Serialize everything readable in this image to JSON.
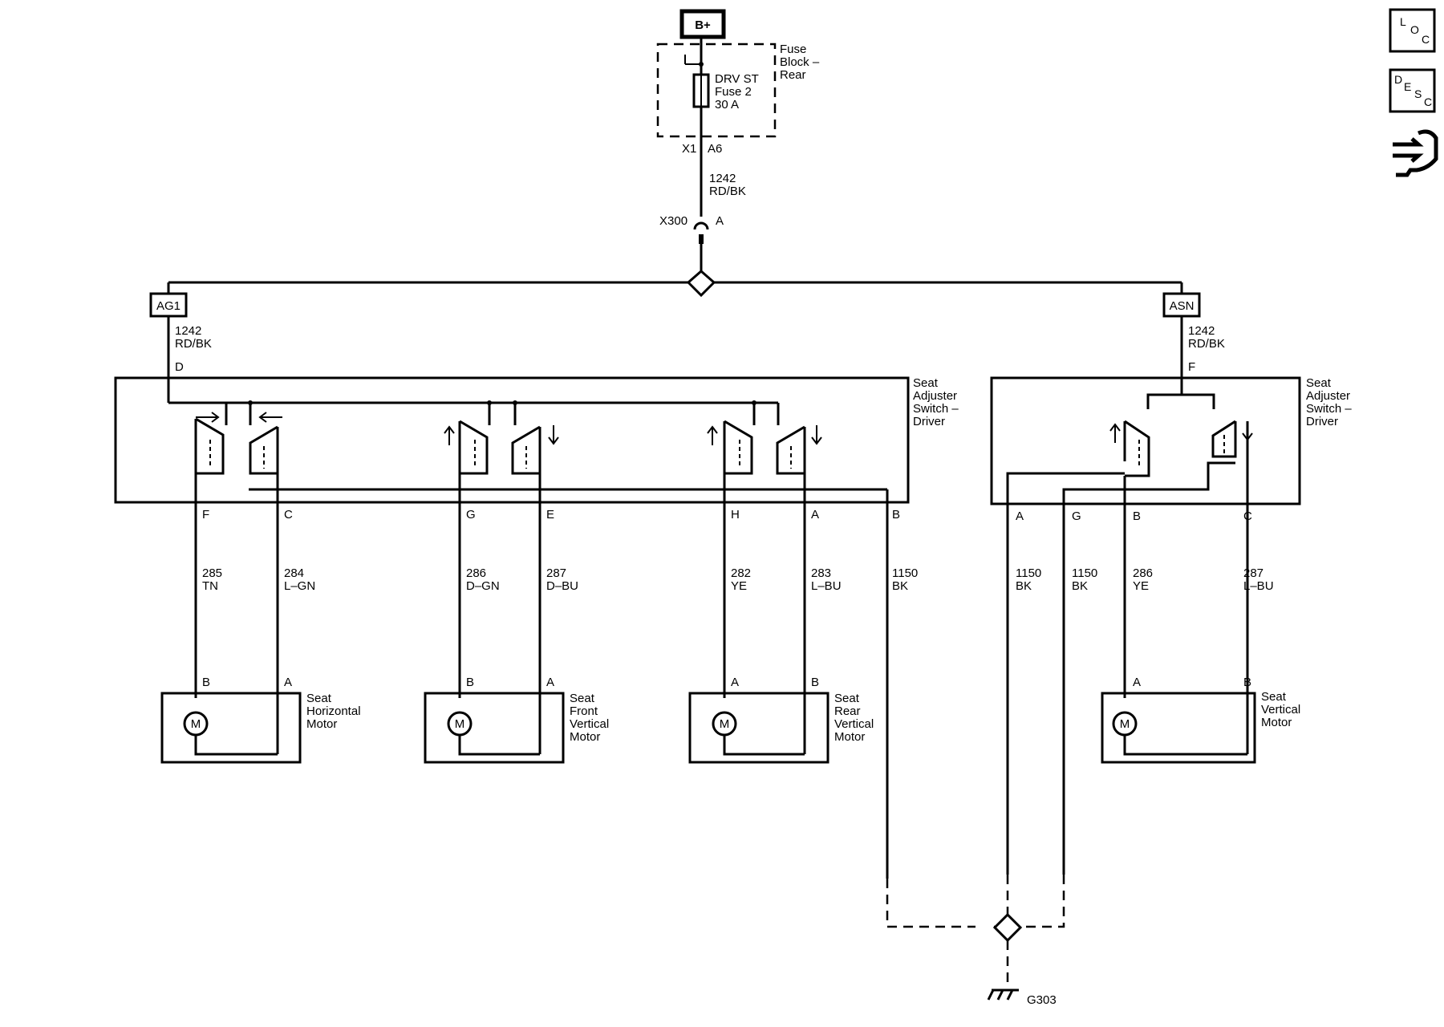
{
  "power": {
    "label": "B+"
  },
  "fuse_block": {
    "name_lines": [
      "Fuse",
      "Block –",
      "Rear"
    ],
    "fuse_lines": [
      "DRV ST",
      "Fuse 2",
      "30 A"
    ],
    "pin_x": "X1",
    "pin_a": "A6"
  },
  "feed_wire": {
    "circuit": "1242",
    "color": "RD/BK"
  },
  "inline_conn": {
    "name": "X300",
    "pin": "A"
  },
  "left_splice": {
    "label": "AG1",
    "circuit": "1242",
    "color": "RD/BK",
    "pin": "D"
  },
  "right_splice": {
    "label": "ASN",
    "circuit": "1242",
    "color": "RD/BK",
    "pin": "F"
  },
  "left_switch": {
    "name_lines": [
      "Seat",
      "Adjuster",
      "Switch –",
      "Driver"
    ]
  },
  "right_switch": {
    "name_lines": [
      "Seat",
      "Adjuster",
      "Switch –",
      "Driver"
    ]
  },
  "left_pins": [
    "F",
    "C",
    "G",
    "E",
    "H",
    "A",
    "B"
  ],
  "right_pins": [
    "A",
    "G",
    "B",
    "C"
  ],
  "wires": [
    {
      "circuit": "285",
      "color": "TN"
    },
    {
      "circuit": "284",
      "color": "L–GN"
    },
    {
      "circuit": "286",
      "color": "D–GN"
    },
    {
      "circuit": "287",
      "color": "D–BU"
    },
    {
      "circuit": "282",
      "color": "YE"
    },
    {
      "circuit": "283",
      "color": "L–BU"
    },
    {
      "circuit": "1150",
      "color": "BK"
    },
    {
      "circuit": "1150",
      "color": "BK"
    },
    {
      "circuit": "1150",
      "color": "BK"
    },
    {
      "circuit": "286",
      "color": "YE"
    },
    {
      "circuit": "287",
      "color": "L–BU"
    }
  ],
  "motors": [
    {
      "name_lines": [
        "Seat",
        "Horizontal",
        "Motor"
      ],
      "pin_left": "B",
      "pin_right": "A",
      "symbol": "M"
    },
    {
      "name_lines": [
        "Seat",
        "Front",
        "Vertical",
        "Motor"
      ],
      "pin_left": "B",
      "pin_right": "A",
      "symbol": "M"
    },
    {
      "name_lines": [
        "Seat",
        "Rear",
        "Vertical",
        "Motor"
      ],
      "pin_left": "A",
      "pin_right": "B",
      "symbol": "M"
    },
    {
      "name_lines": [
        "Seat",
        "Vertical",
        "Motor"
      ],
      "pin_left": "A",
      "pin_right": "B",
      "symbol": "M"
    }
  ],
  "ground": {
    "label": "G303"
  },
  "side_icons": {
    "loc": [
      "L",
      "O",
      "C"
    ],
    "desc": [
      "D",
      "E",
      "S",
      "C"
    ],
    "connector_icon": "connector-icon"
  }
}
